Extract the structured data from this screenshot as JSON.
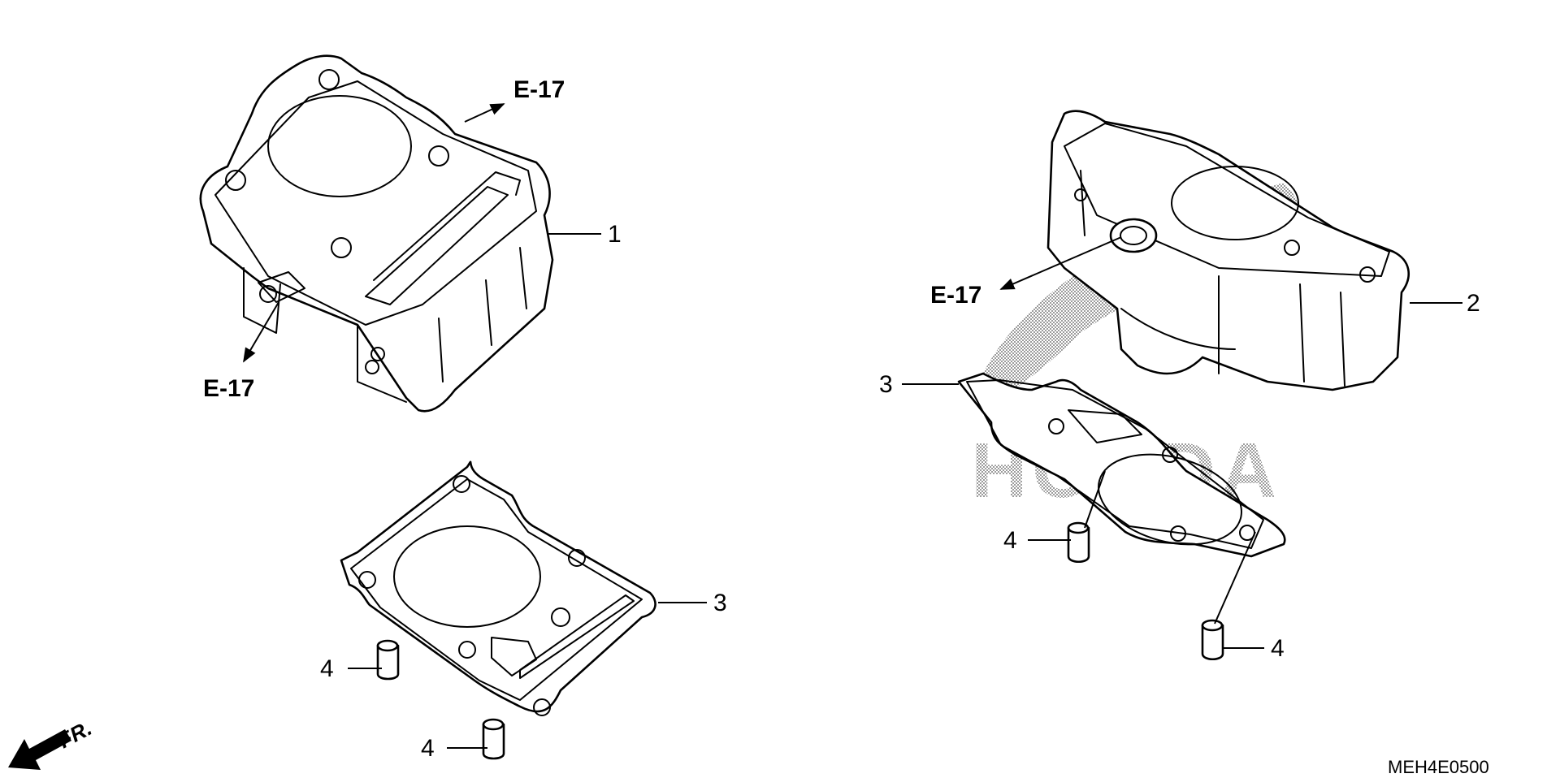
{
  "watermark": "HONDA",
  "diagram_code": "MEH4E0500",
  "front_label": "FR.",
  "refs": {
    "left_top": "E-17",
    "left_bottom": "E-17",
    "right": "E-17"
  },
  "callouts": {
    "left_cylinder": "1",
    "right_cylinder": "2",
    "left_gasket": "3",
    "right_gasket": "3",
    "left_dowel_upper": "4",
    "left_dowel_lower": "4",
    "right_dowel_upper": "4",
    "right_dowel_lower": "4"
  },
  "icons": {
    "front": "front-arrow-icon"
  }
}
